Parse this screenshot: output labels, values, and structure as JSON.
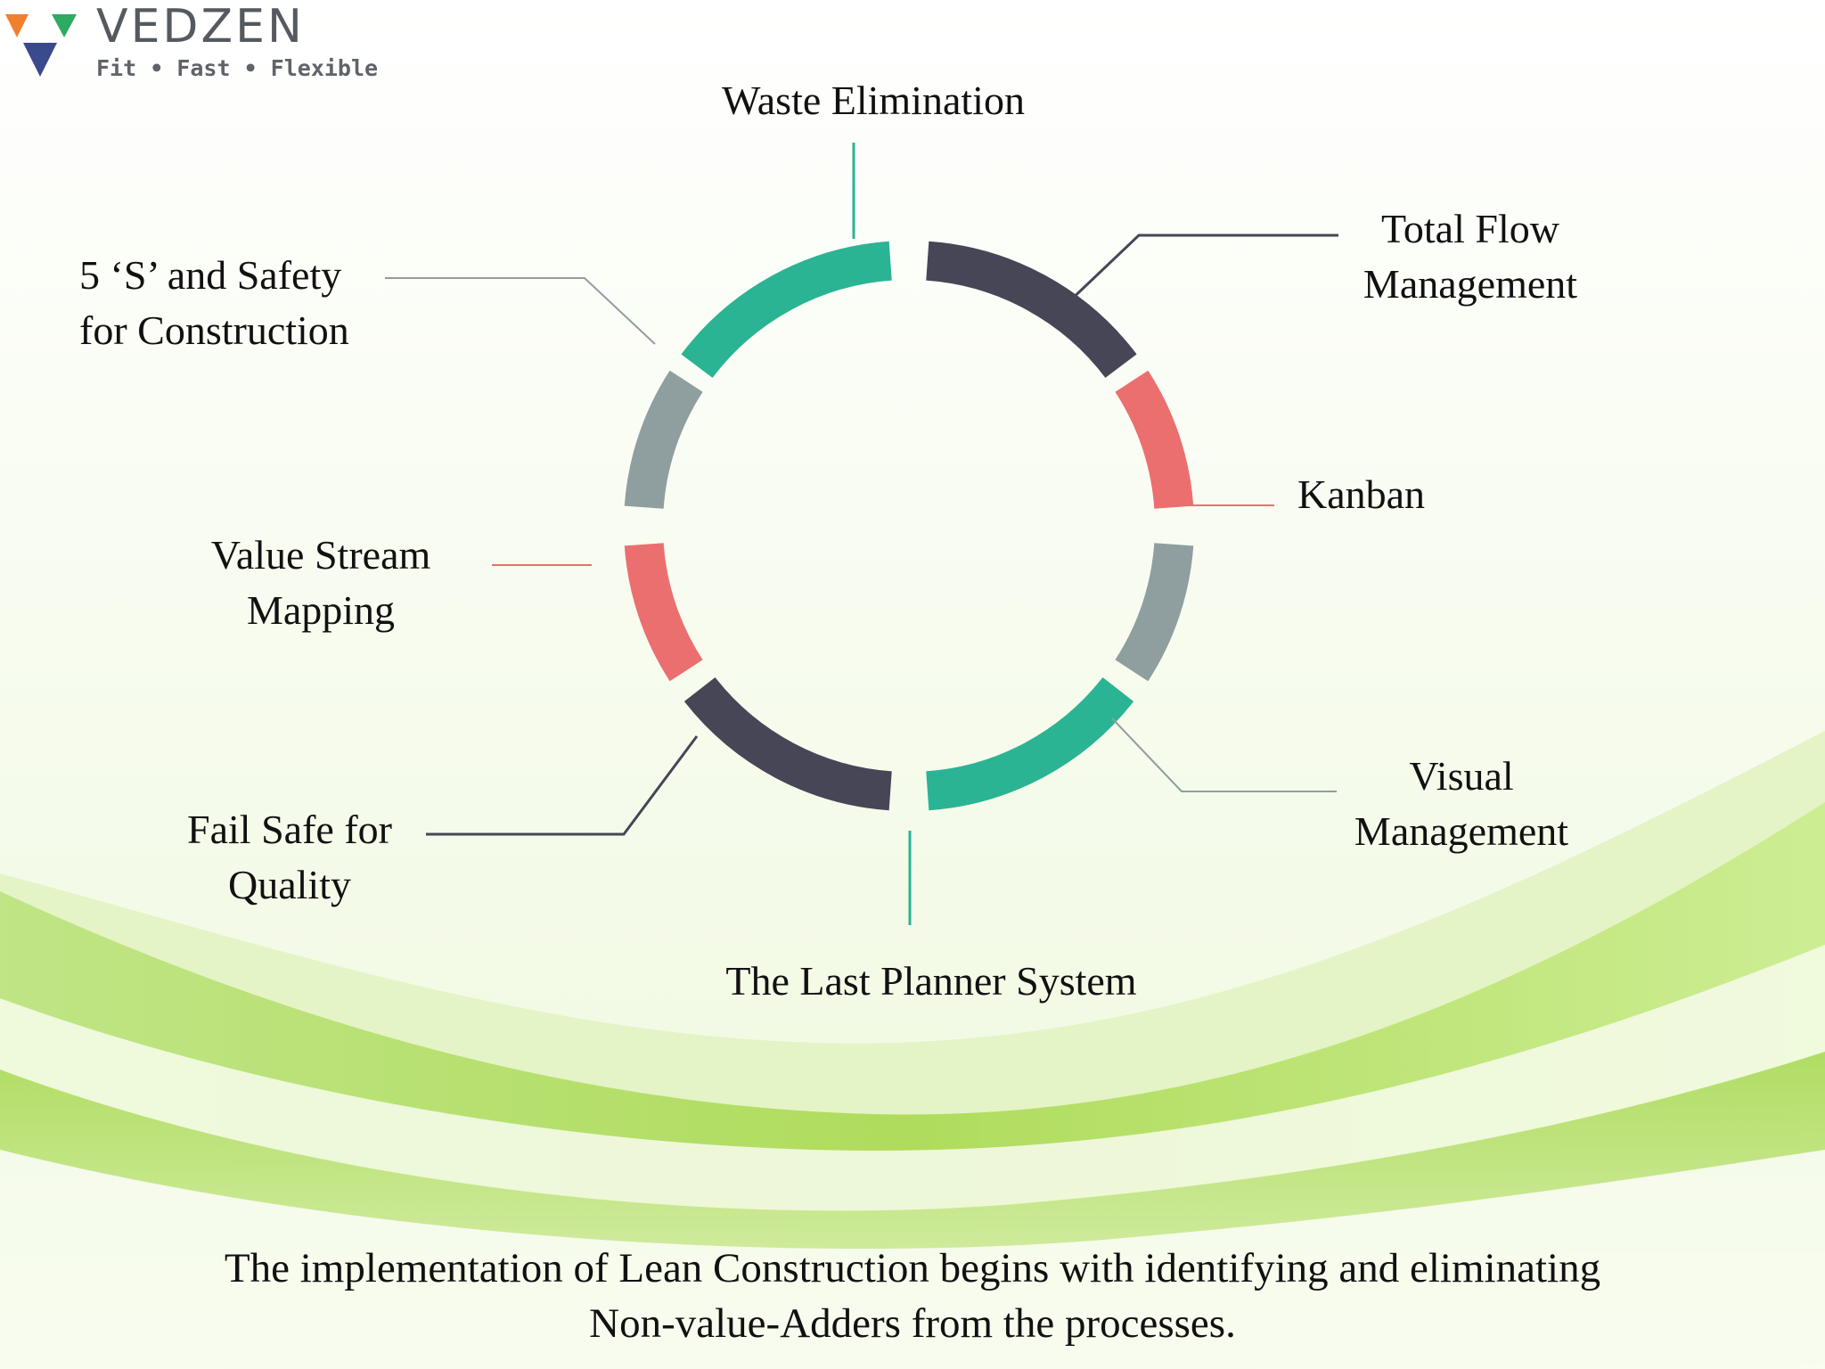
{
  "logo": {
    "name": "VEDZEN",
    "tagline": "Fit • Fast • Flexible",
    "colors": {
      "orange": "#f07f2e",
      "green": "#2eaa63",
      "blue": "#3b4a8c"
    }
  },
  "diagram": {
    "items": [
      {
        "lines": [
          "Waste Elimination"
        ],
        "color": "#2bb493"
      },
      {
        "lines": [
          "Total Flow",
          "Management"
        ],
        "color": "#464656"
      },
      {
        "lines": [
          "Kanban"
        ],
        "color": "#ec6f6f"
      },
      {
        "lines": [
          "Visual",
          "Management"
        ],
        "color": "#8f9e9f"
      },
      {
        "lines": [
          "The Last Planner System"
        ],
        "color": "#2bb493"
      },
      {
        "lines": [
          "Fail Safe for",
          "Quality"
        ],
        "color": "#464656"
      },
      {
        "lines": [
          "Value Stream",
          "Mapping"
        ],
        "color": "#ec6f6f"
      },
      {
        "lines": [
          "5 ‘S’ and Safety",
          "for Construction"
        ],
        "color": "#8f9e9f"
      }
    ]
  },
  "footer": {
    "line1": "The implementation of Lean Construction begins with identifying and eliminating",
    "line2": "Non-value-Adders from the processes."
  }
}
